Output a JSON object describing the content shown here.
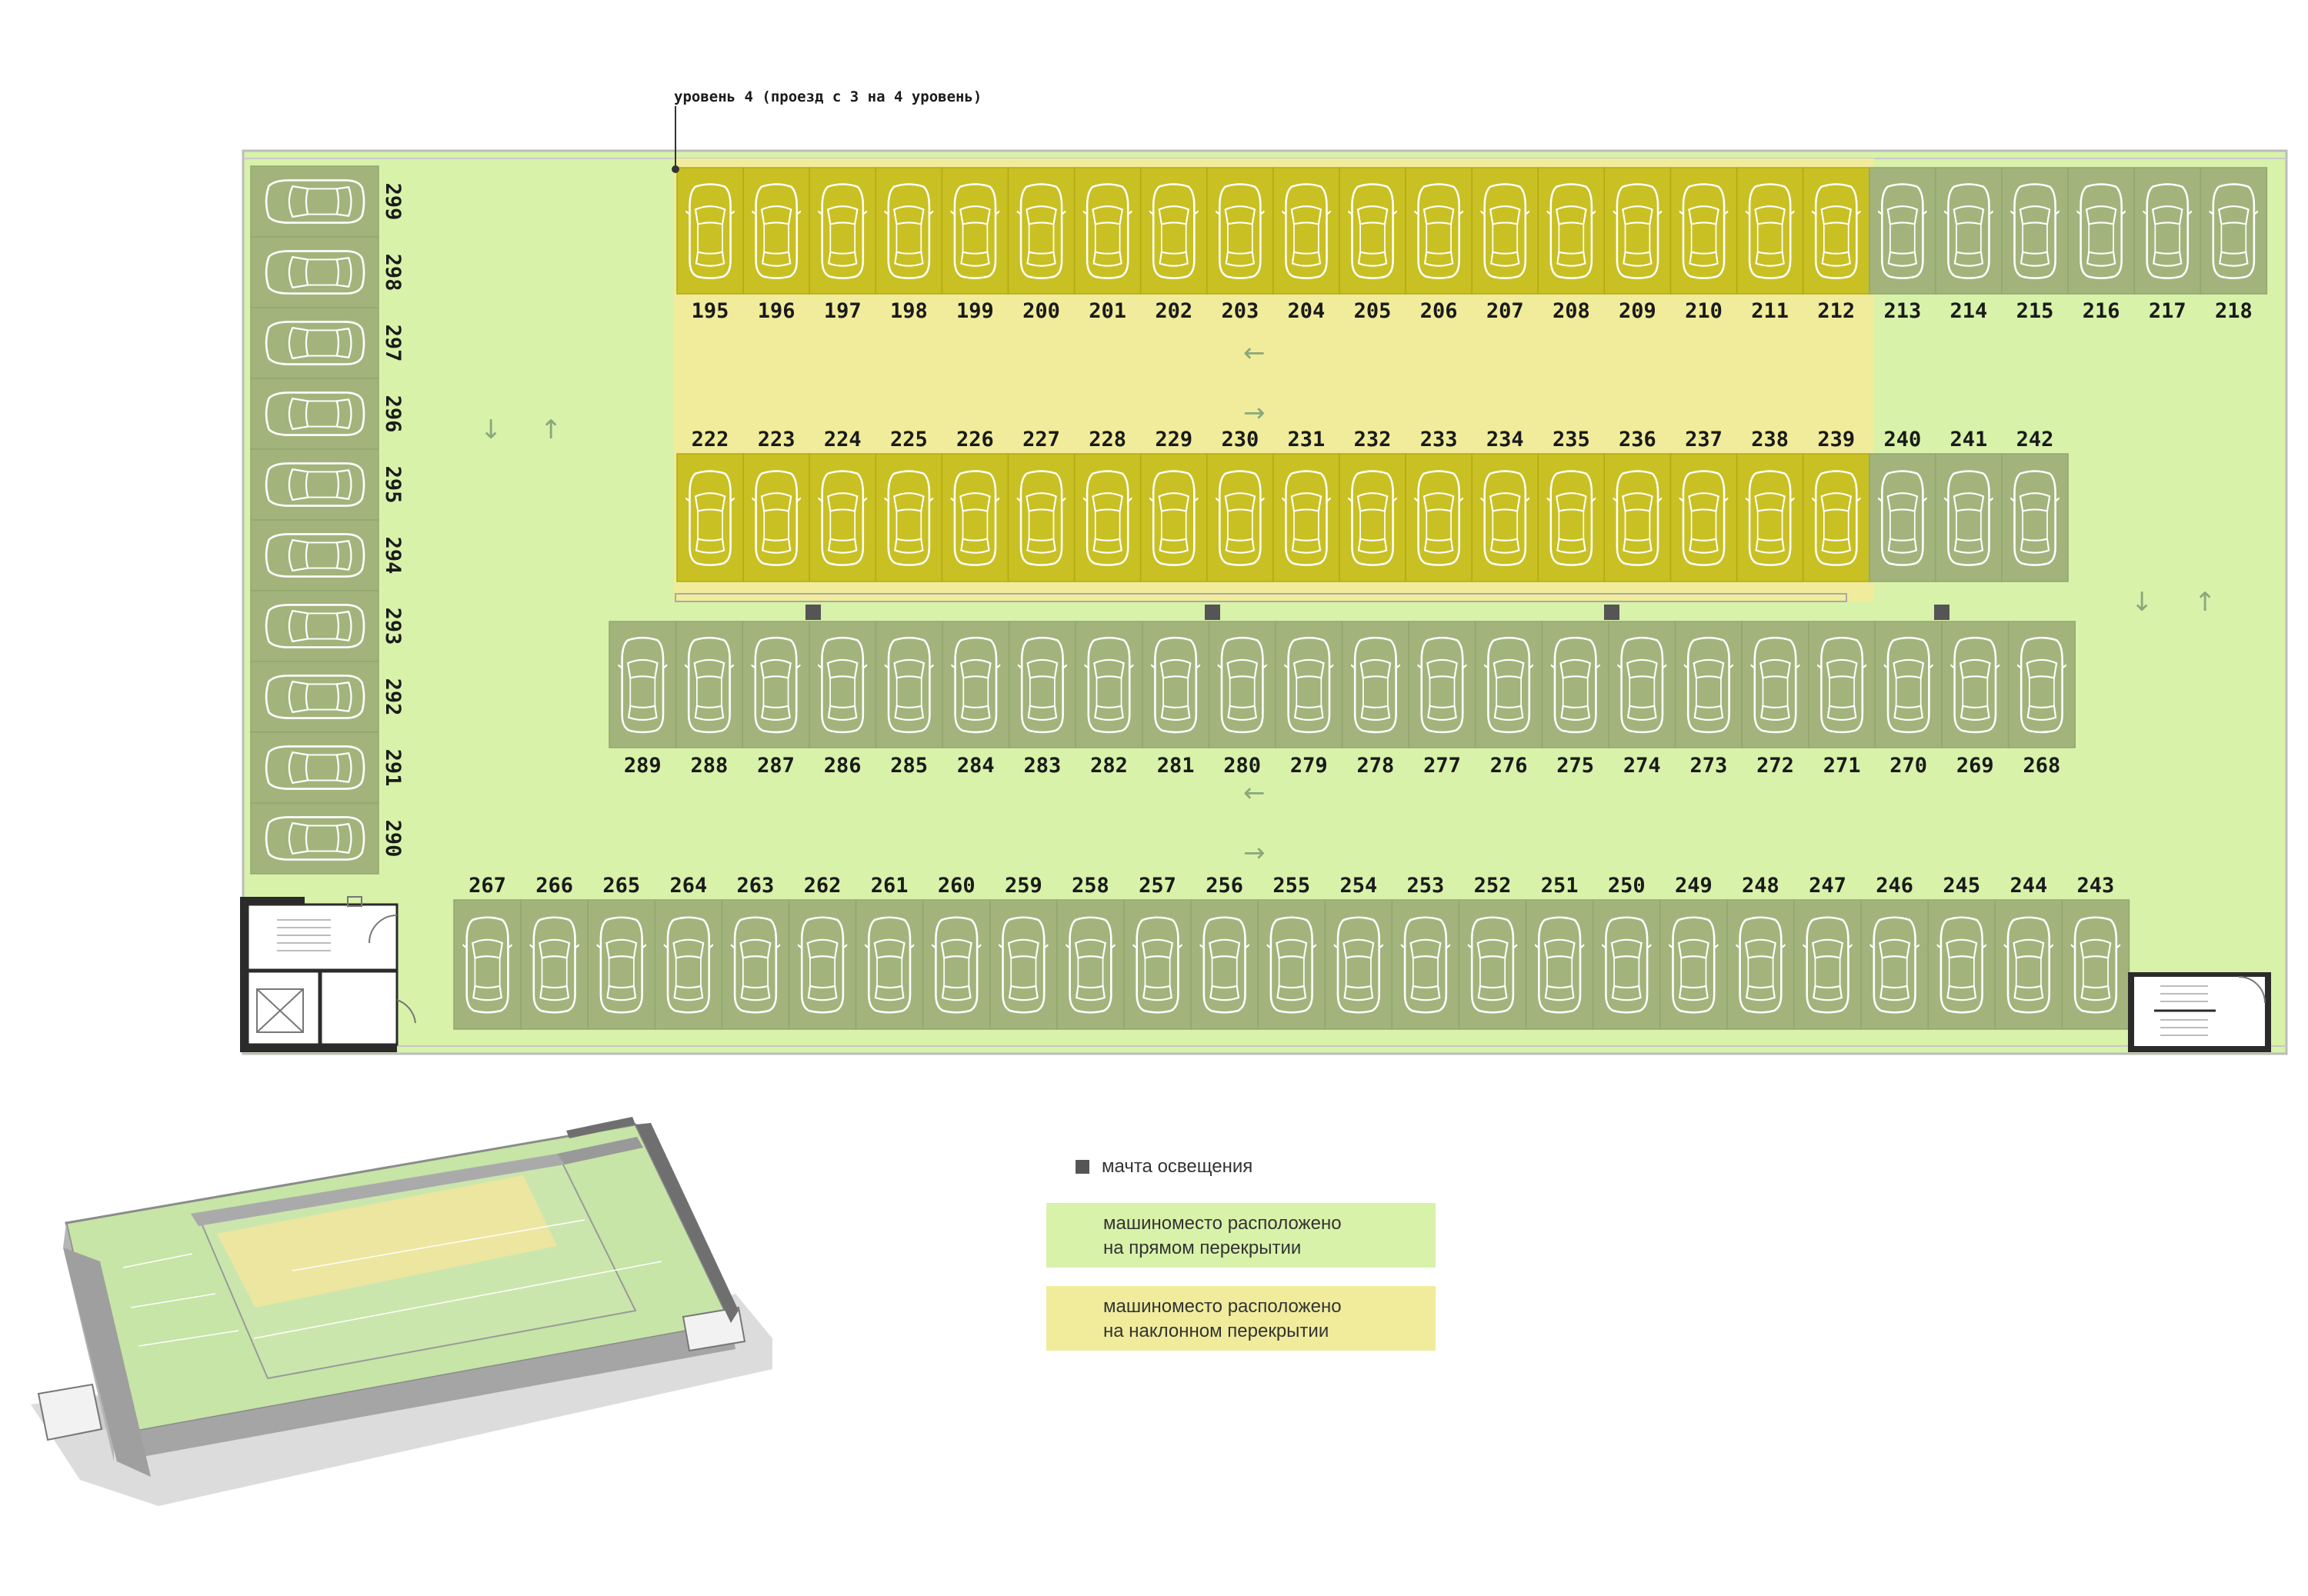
{
  "level_note": "уровень 4 (проезд с 3 на 4 уровень)",
  "colors": {
    "background": "#ffffff",
    "floor_green": "#d8f2aa",
    "incline_yellow": "#f0ec9c",
    "space_straight": "#a2b47c",
    "space_incline": "#c9c024",
    "mast": "#555555",
    "wall": "#2b2b2b"
  },
  "rows": [
    {
      "id": "top-row",
      "numbers": [
        "195",
        "196",
        "197",
        "198",
        "199",
        "200",
        "201",
        "202",
        "203",
        "204",
        "205",
        "206",
        "207",
        "208",
        "209",
        "210",
        "211",
        "212",
        "213",
        "214",
        "215",
        "216",
        "217",
        "218"
      ],
      "incline_count": 18
    },
    {
      "id": "second-row",
      "numbers": [
        "222",
        "223",
        "224",
        "225",
        "226",
        "227",
        "228",
        "229",
        "230",
        "231",
        "232",
        "233",
        "234",
        "235",
        "236",
        "237",
        "238",
        "239",
        "240",
        "241",
        "242"
      ],
      "incline_count": 18
    },
    {
      "id": "third-row",
      "numbers": [
        "289",
        "288",
        "287",
        "286",
        "285",
        "284",
        "283",
        "282",
        "281",
        "280",
        "279",
        "278",
        "277",
        "276",
        "275",
        "274",
        "273",
        "272",
        "271",
        "270",
        "269",
        "268"
      ],
      "incline_count": 0
    },
    {
      "id": "bottom-row",
      "numbers": [
        "267",
        "266",
        "265",
        "264",
        "263",
        "262",
        "261",
        "260",
        "259",
        "258",
        "257",
        "256",
        "255",
        "254",
        "253",
        "252",
        "251",
        "250",
        "249",
        "248",
        "247",
        "246",
        "245",
        "244",
        "243"
      ],
      "incline_count": 0
    },
    {
      "id": "left-column",
      "numbers": [
        "299",
        "298",
        "297",
        "296",
        "295",
        "294",
        "293",
        "292",
        "291",
        "290"
      ],
      "incline_count": 0
    }
  ],
  "arrows": [
    {
      "id": "arrow-left-top",
      "glyph": "←"
    },
    {
      "id": "arrow-right-top",
      "glyph": "→"
    },
    {
      "id": "arrow-left-bottom",
      "glyph": "←"
    },
    {
      "id": "arrow-right-bottom",
      "glyph": "→"
    },
    {
      "id": "arrow-down-left",
      "glyph": "↓"
    },
    {
      "id": "arrow-up-left",
      "glyph": "↑"
    },
    {
      "id": "arrow-down-right",
      "glyph": "↓"
    },
    {
      "id": "arrow-up-right",
      "glyph": "↑"
    }
  ],
  "legend": {
    "mast": "мачта освещения",
    "straight_line1": "машиноместо расположено",
    "straight_line2": "на прямом перекрытии",
    "incline_line1": "машиноместо расположено",
    "incline_line2": "на наклонном перекрытии"
  }
}
